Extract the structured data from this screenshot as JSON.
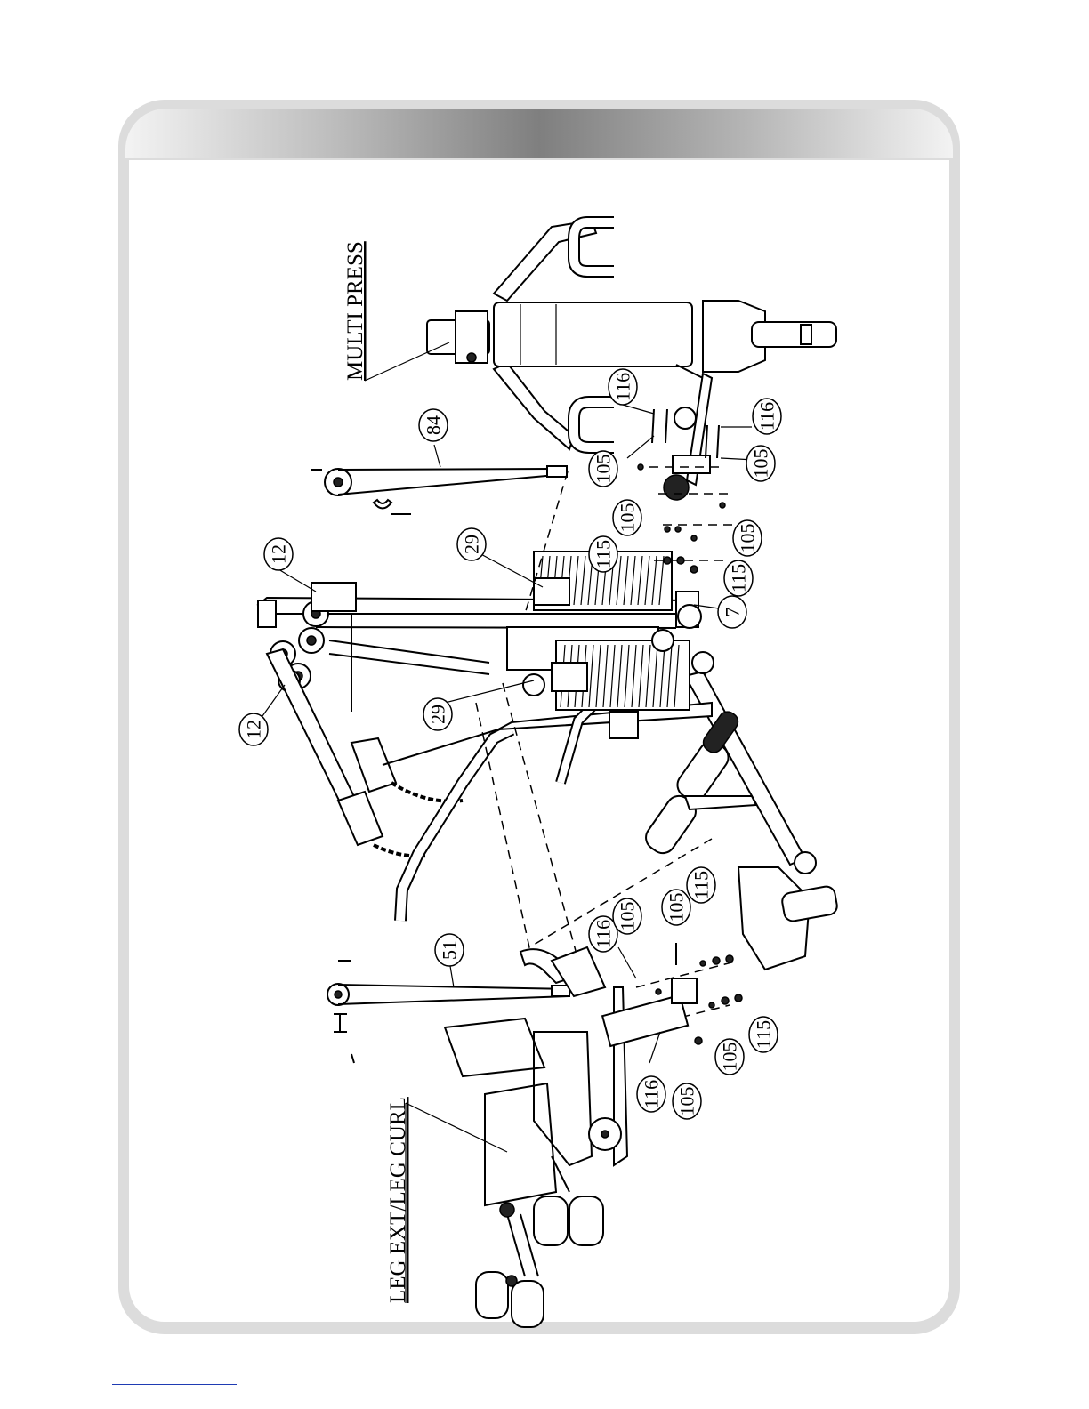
{
  "assemblies": {
    "multi_press": "MULTI PRESS",
    "leg_ext_curl": "LEG EXT/LEG CURL"
  },
  "callouts": [
    {
      "id": "c116a",
      "label": "116"
    },
    {
      "id": "c116b",
      "label": "116"
    },
    {
      "id": "c84",
      "label": "84"
    },
    {
      "id": "c105a",
      "label": "105"
    },
    {
      "id": "c105b",
      "label": "105"
    },
    {
      "id": "c105c",
      "label": "105"
    },
    {
      "id": "c105d",
      "label": "105"
    },
    {
      "id": "c115a",
      "label": "115"
    },
    {
      "id": "c115b",
      "label": "115"
    },
    {
      "id": "c12a",
      "label": "12"
    },
    {
      "id": "c29a",
      "label": "29"
    },
    {
      "id": "c7",
      "label": "7"
    },
    {
      "id": "c12b",
      "label": "12"
    },
    {
      "id": "c29b",
      "label": "29"
    },
    {
      "id": "c51",
      "label": "51"
    },
    {
      "id": "c116c",
      "label": "116"
    },
    {
      "id": "c105e",
      "label": "105"
    },
    {
      "id": "c105f",
      "label": "105"
    },
    {
      "id": "c115c",
      "label": "115"
    },
    {
      "id": "c116d",
      "label": "116"
    },
    {
      "id": "c105g",
      "label": "105"
    },
    {
      "id": "c105h",
      "label": "105"
    },
    {
      "id": "c115d",
      "label": "115"
    }
  ],
  "colors": {
    "frame": "#dcdcdc",
    "header_gradient_mid": "#7f7f7f",
    "footer_rule": "#1f3bb3"
  }
}
